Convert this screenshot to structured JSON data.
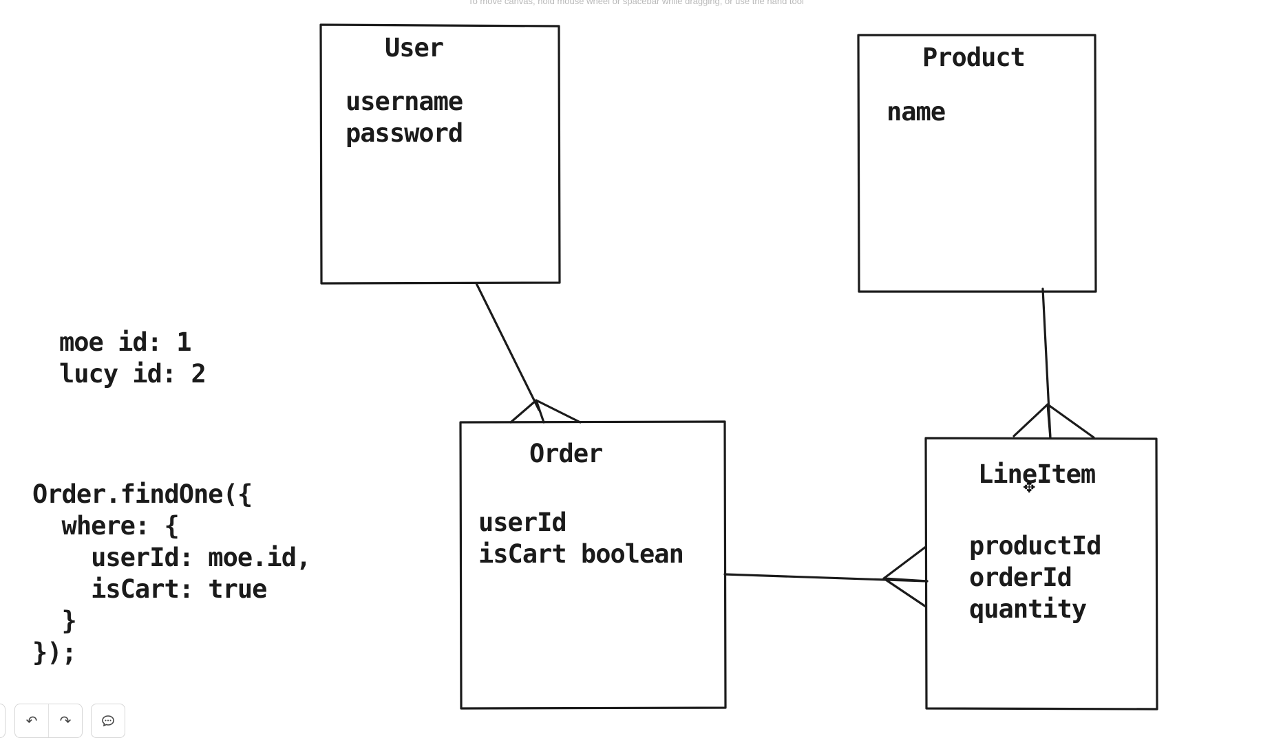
{
  "hint": "To move canvas, hold mouse wheel or spacebar while dragging, or use the hand tool",
  "entities": {
    "user": {
      "title": "User",
      "fields": "username\npassword"
    },
    "product": {
      "title": "Product",
      "fields": "name"
    },
    "order": {
      "title": "Order",
      "fields": "userId\nisCart boolean"
    },
    "lineitem": {
      "title": "LineItem",
      "fields": "productId\norderId\nquantity"
    }
  },
  "notes": {
    "ids": "moe id: 1\nlucy id: 2",
    "query": "Order.findOne({\n  where: {\n    userId: moe.id,\n    isCart: true\n  }\n});"
  },
  "toolbar": {
    "undo_icon": "undo-icon",
    "redo_icon": "redo-icon",
    "comment_icon": "comment-icon"
  },
  "colors": {
    "ink": "#1b1b1b",
    "background": "#ffffff"
  }
}
